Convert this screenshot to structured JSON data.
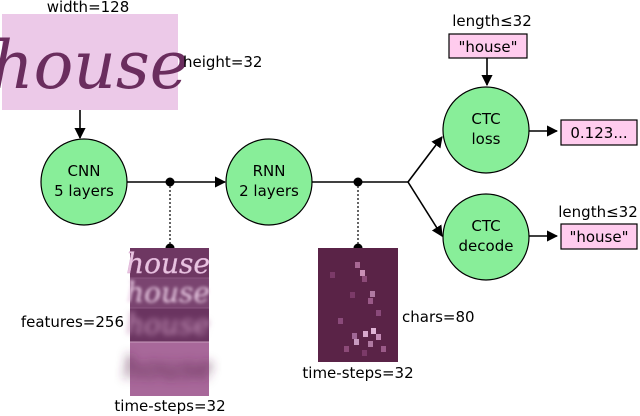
{
  "input": {
    "word": "house",
    "width_label": "width=128",
    "height_label": "height=32"
  },
  "nodes": {
    "cnn": {
      "line1": "CNN",
      "line2": "5 layers"
    },
    "rnn": {
      "line1": "RNN",
      "line2": "2 layers"
    },
    "ctc_loss": {
      "line1": "CTC",
      "line2": "loss"
    },
    "ctc_decode": {
      "line1": "CTC",
      "line2": "decode"
    }
  },
  "cnn_features": {
    "word": "house",
    "features_label": "features=256",
    "time_steps_label": "time-steps=32"
  },
  "rnn_output": {
    "chars_label": "chars=80",
    "time_steps_label": "time-steps=32"
  },
  "loss_branch": {
    "length_label": "length≤32",
    "target_text": "\"house\"",
    "loss_value": "0.123..."
  },
  "decode_branch": {
    "length_label": "length≤32",
    "decoded_text": "\"house\""
  },
  "colors": {
    "node_fill": "#88ee99",
    "text_box_fill": "#ffccee",
    "input_image_bg": "#ecc9e8",
    "ink": "#6a2d5e",
    "matrix_bg": "#5a2347"
  }
}
